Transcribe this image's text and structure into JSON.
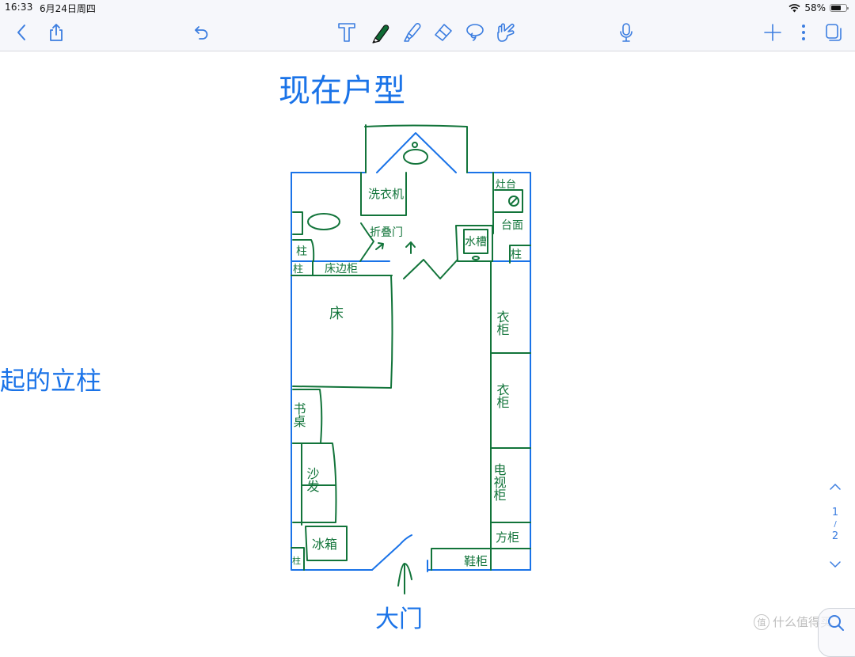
{
  "status_bar": {
    "time": "16:33",
    "date": "6月24日周四",
    "battery_percent": "58%",
    "wifi_icon": "wifi-icon",
    "battery_icon": "battery-icon"
  },
  "toolbar": {
    "left": [
      {
        "name": "back",
        "icon": "chevron-left-icon"
      },
      {
        "name": "share",
        "icon": "share-icon"
      },
      {
        "name": "undo",
        "icon": "undo-icon"
      }
    ],
    "tools": [
      {
        "name": "text",
        "icon": "text-tool-icon"
      },
      {
        "name": "pen",
        "icon": "pen-icon",
        "selected": true,
        "color": "#0f6b35"
      },
      {
        "name": "highlighter",
        "icon": "highlighter-icon"
      },
      {
        "name": "eraser",
        "icon": "eraser-icon"
      },
      {
        "name": "lasso",
        "icon": "lasso-icon"
      },
      {
        "name": "hand",
        "icon": "hand-pointer-icon"
      }
    ],
    "microphone_icon": "microphone-icon",
    "right": [
      {
        "name": "add-page",
        "icon": "plus-icon"
      },
      {
        "name": "more",
        "icon": "more-vertical-icon"
      },
      {
        "name": "pages",
        "icon": "pages-icon"
      }
    ]
  },
  "colors": {
    "accent": "#3b7de0",
    "ink_blue": "#1a73e8",
    "ink_green": "#12743a",
    "toolbar_bg": "#f6f7fb"
  },
  "canvas": {
    "title": "现在户型",
    "side_note": "起的立柱",
    "entrance_label": "大门",
    "rooms": {
      "balcony": "",
      "washing_machine": "洗衣机",
      "sliding_door": "折叠门",
      "stove": "灶台",
      "counter": "台面",
      "sink": "水槽",
      "pillar_right": "柱",
      "pillar_left_upper": "柱",
      "pillar_left_lower": "柱",
      "bedside_cabinet": "床边柜",
      "bed": "床",
      "wardrobe_1": "衣柜",
      "wardrobe_2": "衣柜",
      "desk": "书桌",
      "sofa": "沙发",
      "tv_cabinet": "电视柜",
      "storage_cabinet": "方柜",
      "fridge": "冰箱",
      "shoe_cabinet": "鞋柜",
      "pillar_bottom_left": "柱"
    }
  },
  "page_nav": {
    "current": "1",
    "separator": "/",
    "total": "2"
  },
  "watermark": {
    "logo": "值",
    "text": "什么值得买"
  }
}
